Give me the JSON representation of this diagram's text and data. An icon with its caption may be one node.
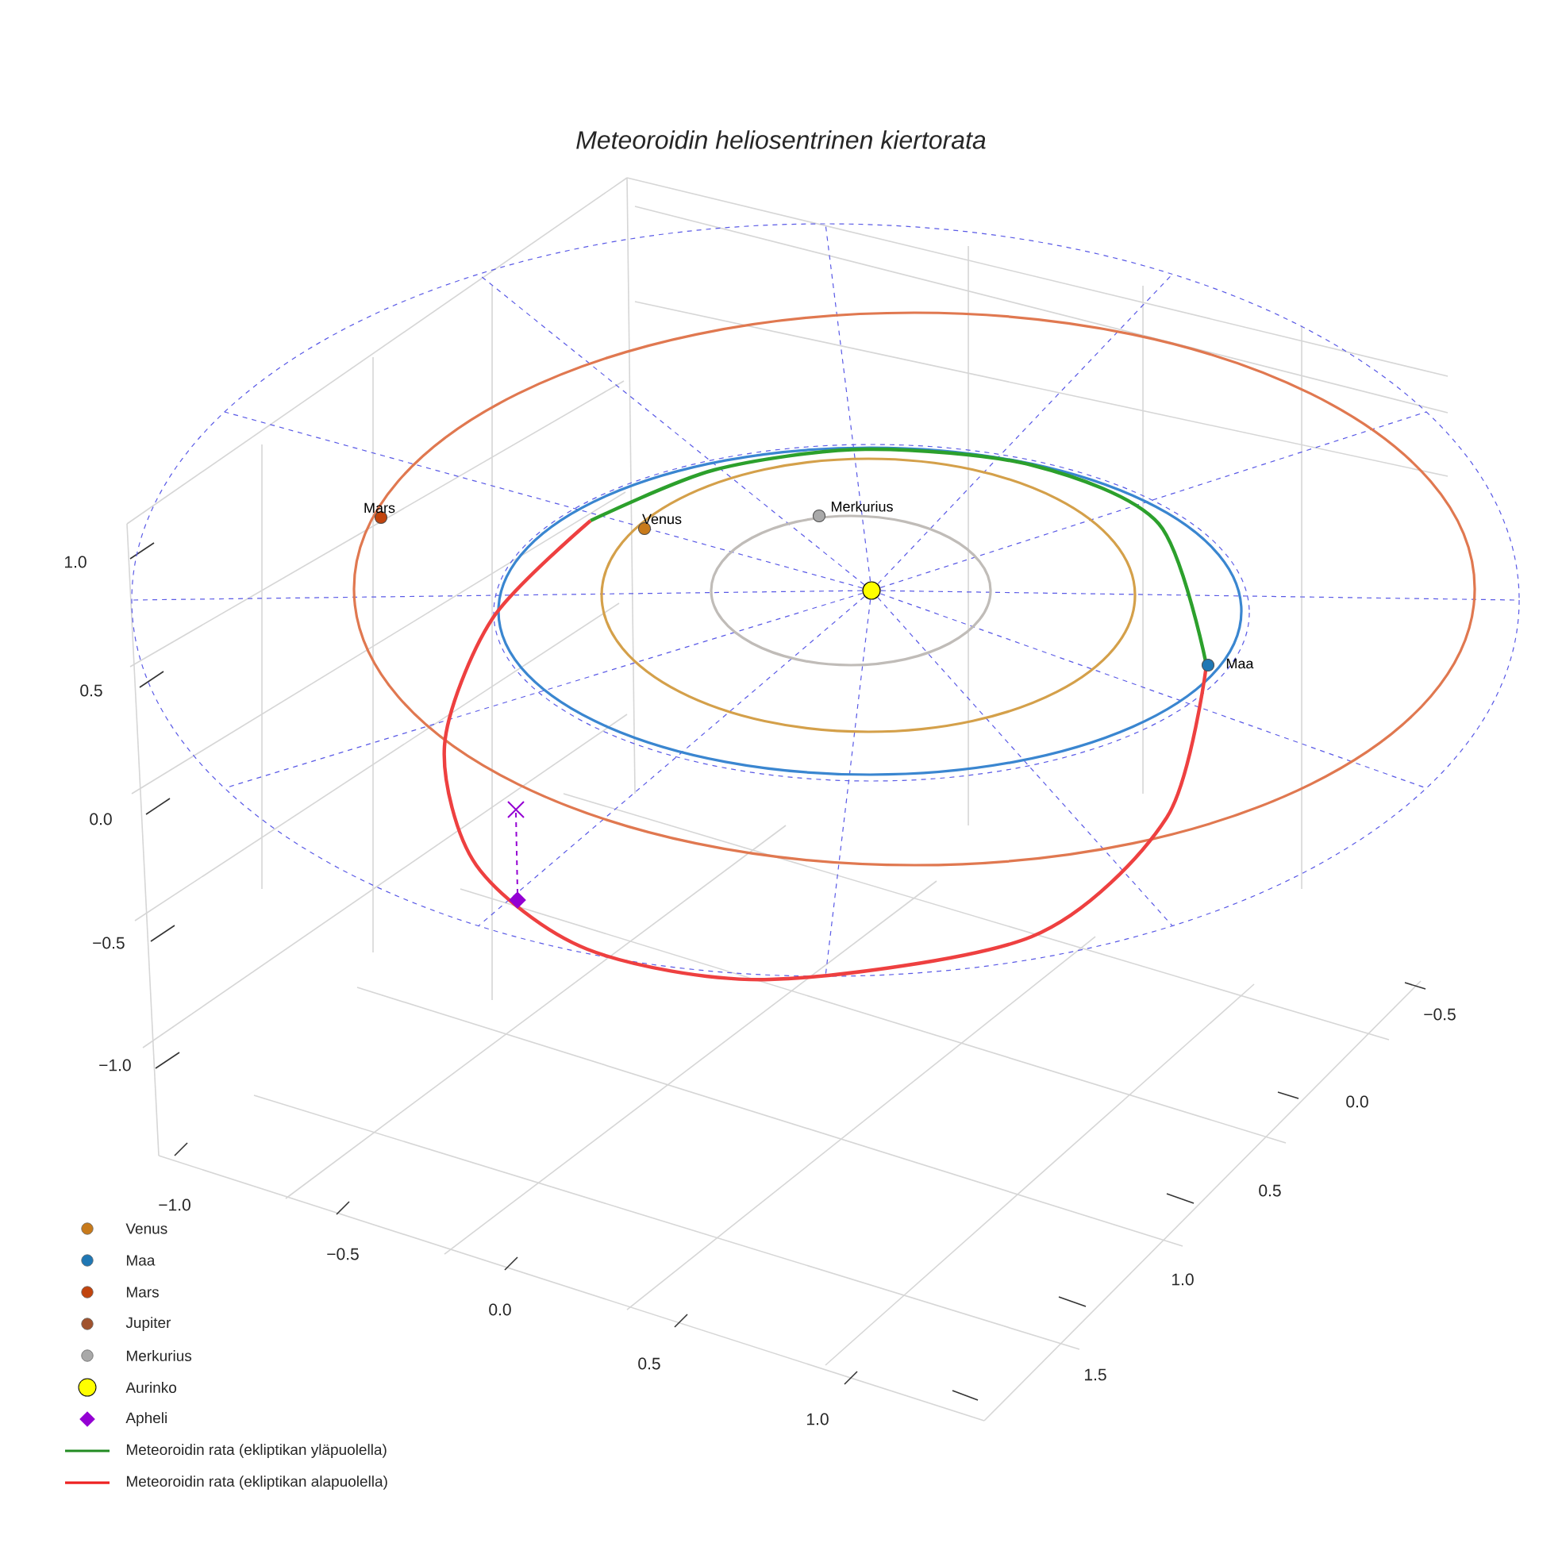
{
  "diagram": {
    "title": "Meteoroidin heliosentrinen kiertorata",
    "labels": [
      "Mars",
      "Merkurius",
      "Venus",
      "Maa",
      "1.0",
      "0.5",
      "0.0",
      "−0.5",
      "−1.0",
      "−0.5",
      "0.0",
      "0.5",
      "1.0",
      "1.5",
      "−1.0",
      "−0.5",
      "0.0",
      "0.5",
      "1.0"
    ],
    "legend": [
      {
        "text": "Venus",
        "color": "#c87a1a"
      },
      {
        "text": "Maa",
        "color": "#1f77b4"
      },
      {
        "text": "Mars",
        "color": "#c1440e"
      },
      {
        "text": "Jupiter",
        "color": "#a0522d"
      },
      {
        "text": "Merkurius",
        "color": "#a9a9a9"
      },
      {
        "text": "Aurinko",
        "color": "#ffff00"
      },
      {
        "text": "Apheli",
        "color": "#9400d3"
      },
      {
        "text": "Meteoroidin rata (ekliptikan yläpuolella)"
      },
      {
        "text": "Meteoroidin rata (ekliptikan alapuolella)"
      }
    ]
  }
}
